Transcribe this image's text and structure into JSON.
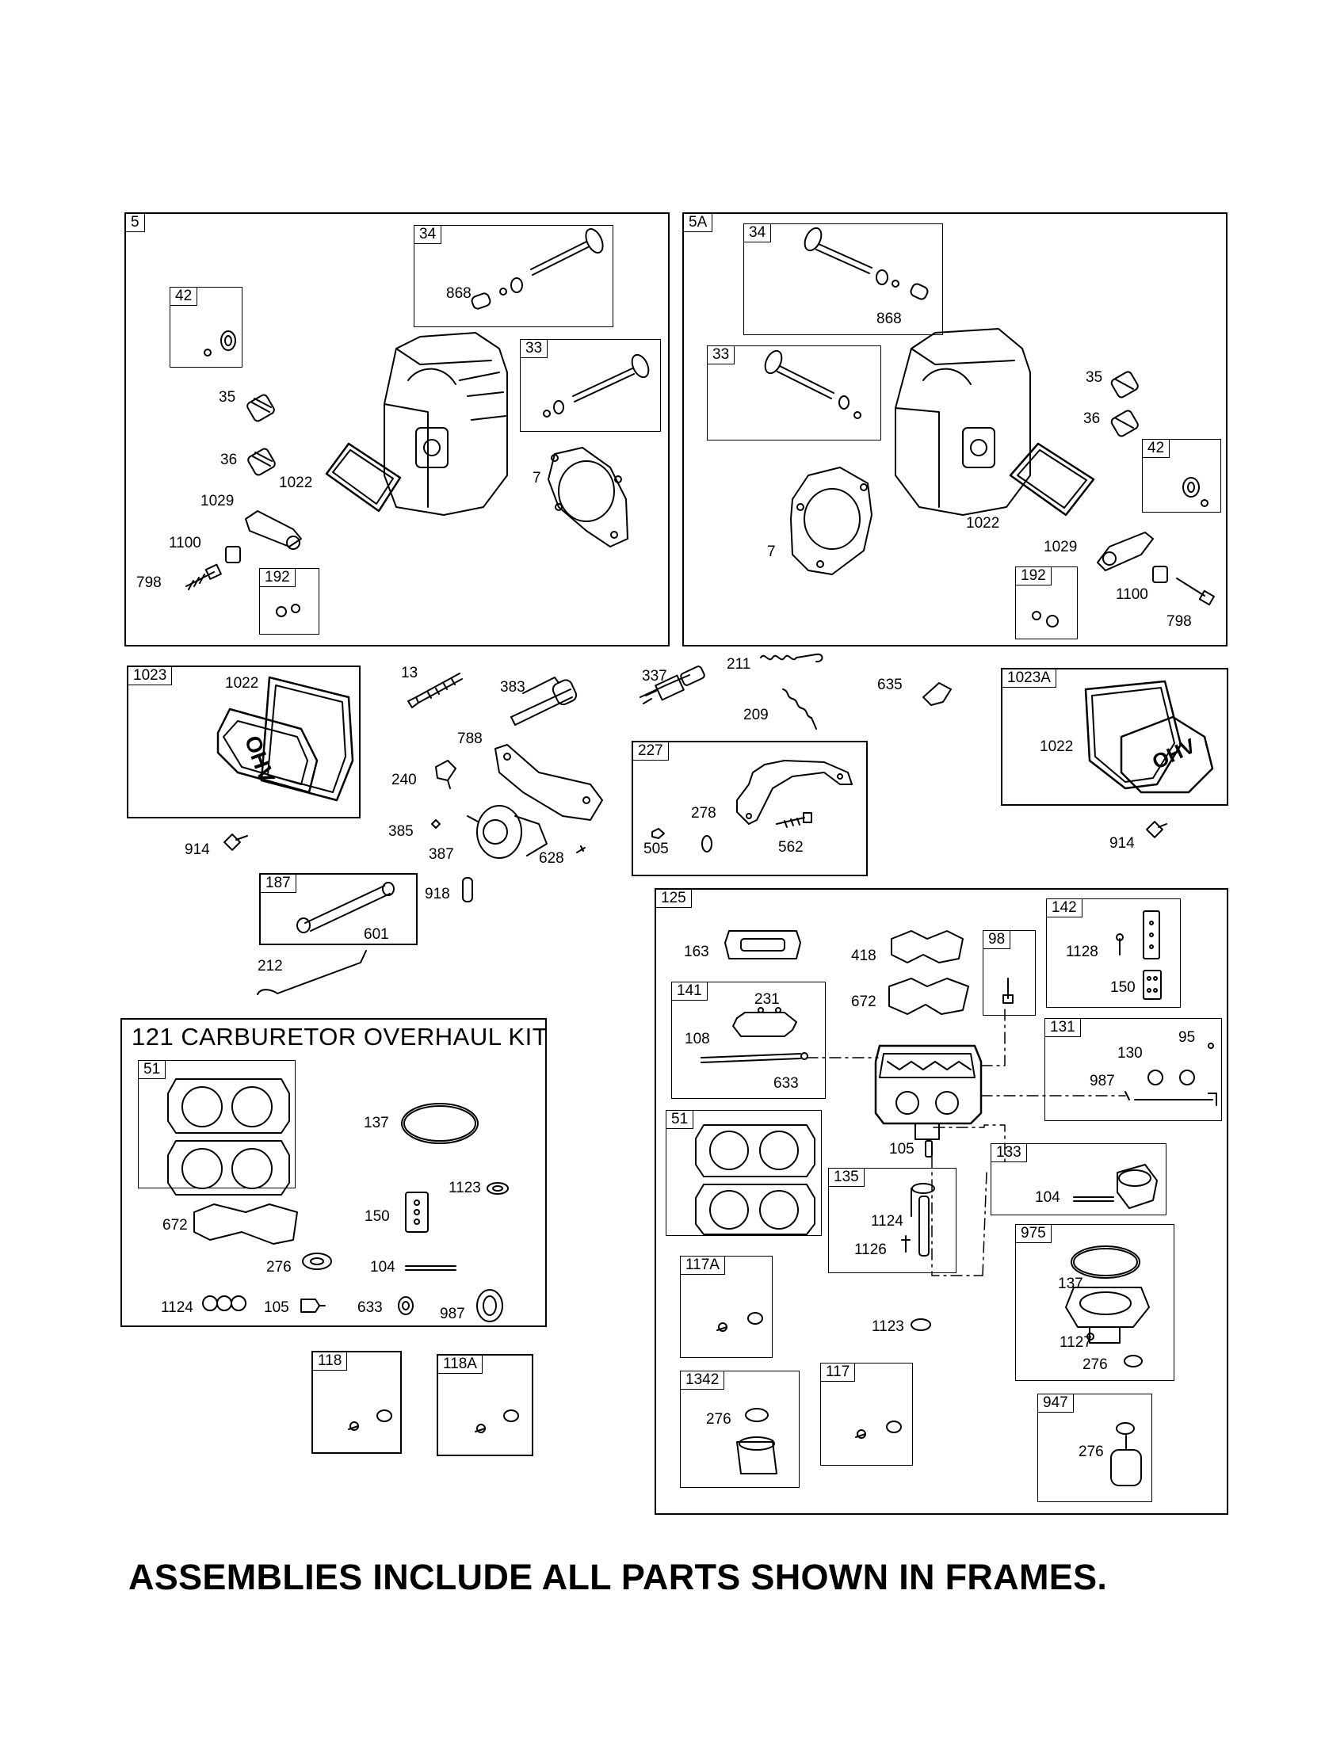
{
  "footer_note": "ASSEMBLIES INCLUDE ALL PARTS SHOWN IN FRAMES.",
  "carb_kit_title": "121 CARBURETOR OVERHAUL KIT",
  "frames": {
    "f5": "5",
    "f5a": "5A",
    "f34a": "34",
    "f42a": "42",
    "f33a": "33",
    "f192a": "192",
    "f34b": "34",
    "f33b": "33",
    "f42b": "42",
    "f192b": "192",
    "f1023": "1023",
    "f1023a": "1023A",
    "f227": "227",
    "f187": "187",
    "f51a": "51",
    "f118": "118",
    "f118a": "118A",
    "f125": "125",
    "f142": "142",
    "f141": "141",
    "f98": "98",
    "f131": "131",
    "f51b": "51",
    "f133": "133",
    "f135": "135",
    "f975": "975",
    "f117a": "117A",
    "f1342": "1342",
    "f117": "117",
    "f947": "947"
  },
  "labels": {
    "l868a": "868",
    "l35a": "35",
    "l36a": "36",
    "l1022a": "1022",
    "l7a": "7",
    "l1029a": "1029",
    "l1100a": "1100",
    "l798a": "798",
    "l868b": "868",
    "l35b": "35",
    "l36b": "36",
    "l7b": "7",
    "l1022b": "1022",
    "l1029b": "1029",
    "l1100b": "1100",
    "l798b": "798",
    "l1022c": "1022",
    "l914a": "914",
    "l13": "13",
    "l383": "383",
    "l788": "788",
    "l240": "240",
    "l385": "385",
    "l387": "387",
    "l628": "628",
    "l918": "918",
    "l601": "601",
    "l212": "212",
    "l337": "337",
    "l211": "211",
    "l209": "209",
    "l635": "635",
    "l278": "278",
    "l505": "505",
    "l562": "562",
    "l1022d": "1022",
    "l914b": "914",
    "k137": "137",
    "k1123": "1123",
    "k150": "150",
    "k672": "672",
    "k276": "276",
    "k104": "104",
    "k1124": "1124",
    "k105": "105",
    "k633": "633",
    "k987": "987",
    "c163": "163",
    "c418": "418",
    "c672": "672",
    "c1128": "1128",
    "c150": "150",
    "c231": "231",
    "c108": "108",
    "c633": "633",
    "c130": "130",
    "c95": "95",
    "c987": "987",
    "c105": "105",
    "c104": "104",
    "c1124": "1124",
    "c1126": "1126",
    "c137": "137",
    "c1123": "1123",
    "c1127": "1127",
    "c276a": "276",
    "c276b": "276",
    "c276c": "276"
  }
}
